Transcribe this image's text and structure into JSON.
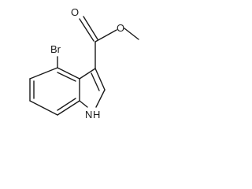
{
  "diagram": {
    "type": "chemical-structure",
    "atom_labels": {
      "bromine": "Br",
      "carbonyl_oxygen": "O",
      "ester_oxygen": "O",
      "nitrogen": "N",
      "nitrogen_hydrogen": "H"
    },
    "colors": {
      "ink": "#1a1a1a",
      "background": "#ffffff"
    }
  }
}
